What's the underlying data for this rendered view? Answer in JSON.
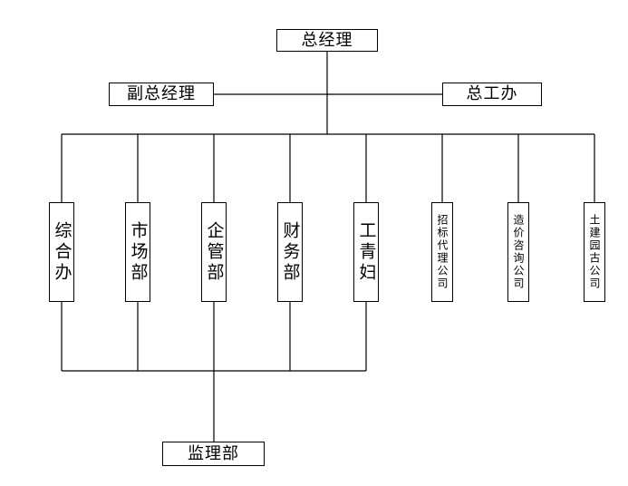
{
  "org": {
    "gm": "总经理",
    "deputy_gm": "副总经理",
    "chief_engineer_office": "总工办",
    "departments": [
      "综合办",
      "市场部",
      "企管部",
      "财务部",
      "工青妇"
    ],
    "companies": [
      "招标代理公司",
      "造价咨询公司",
      "土建园古公司"
    ],
    "supervision": "监理部"
  }
}
